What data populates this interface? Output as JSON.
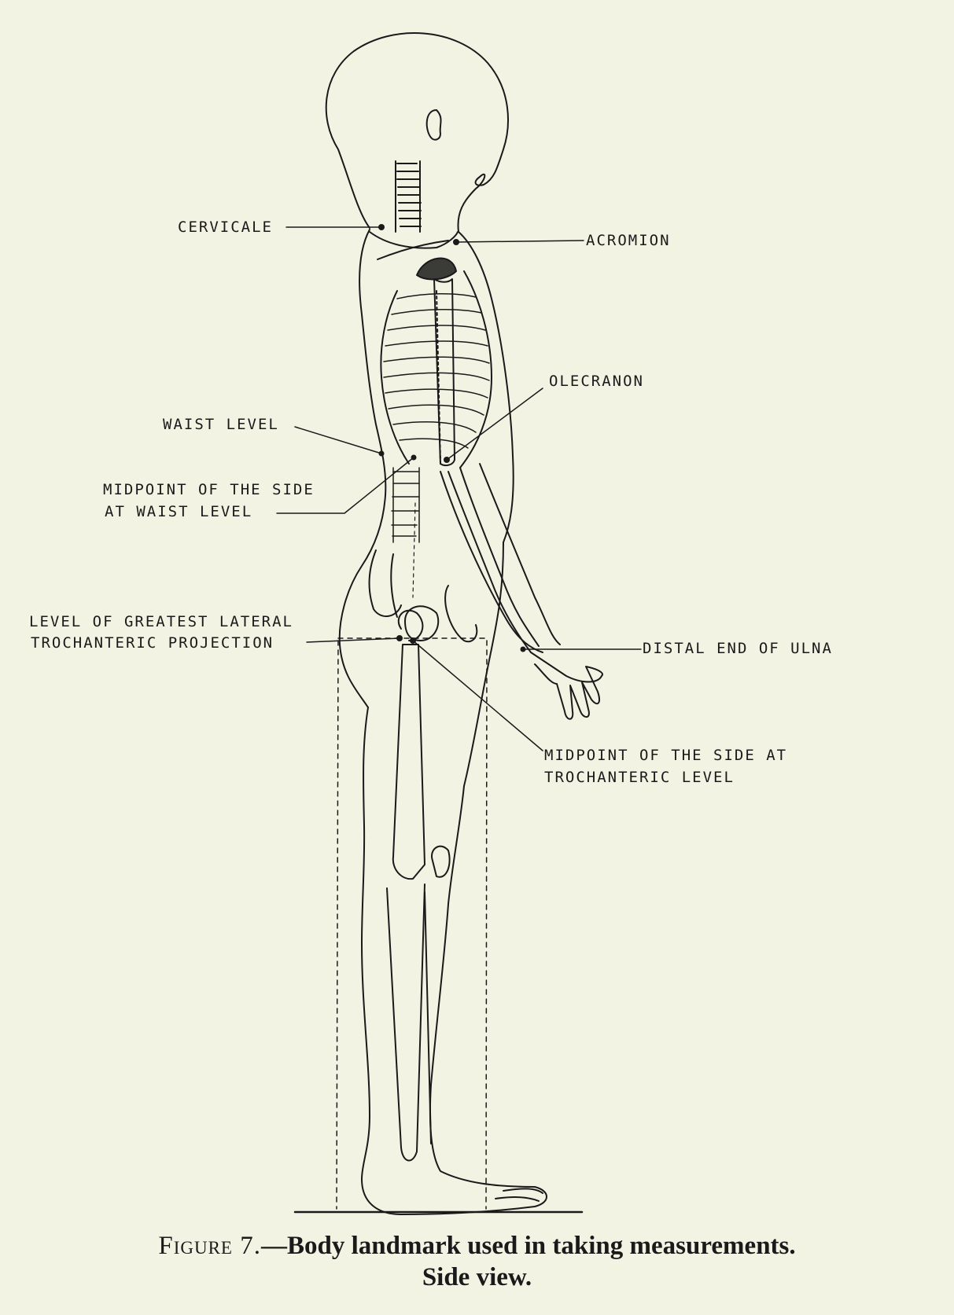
{
  "labels": {
    "cervicale": "CERVICALE",
    "acromion": "ACROMION",
    "olecranon": "OLECRANON",
    "waist_level": "WAIST LEVEL",
    "midpoint_waist_line1": "MIDPOINT OF THE SIDE",
    "midpoint_waist_line2": "AT WAIST LEVEL",
    "trochanteric_line1": "LEVEL OF GREATEST LATERAL",
    "trochanteric_line2": "TROCHANTERIC PROJECTION",
    "distal_ulna": "DISTAL END OF ULNA",
    "midpoint_troch_line1": "MIDPOINT OF THE SIDE AT",
    "midpoint_troch_line2": "TROCHANTERIC LEVEL"
  },
  "caption": {
    "figure_number": "Figure 7.",
    "title_line1": "—Body landmark used in taking measurements.",
    "title_line2": "Side view."
  },
  "colors": {
    "paper": "#f3f3e4",
    "ink": "#1a1a1a"
  }
}
